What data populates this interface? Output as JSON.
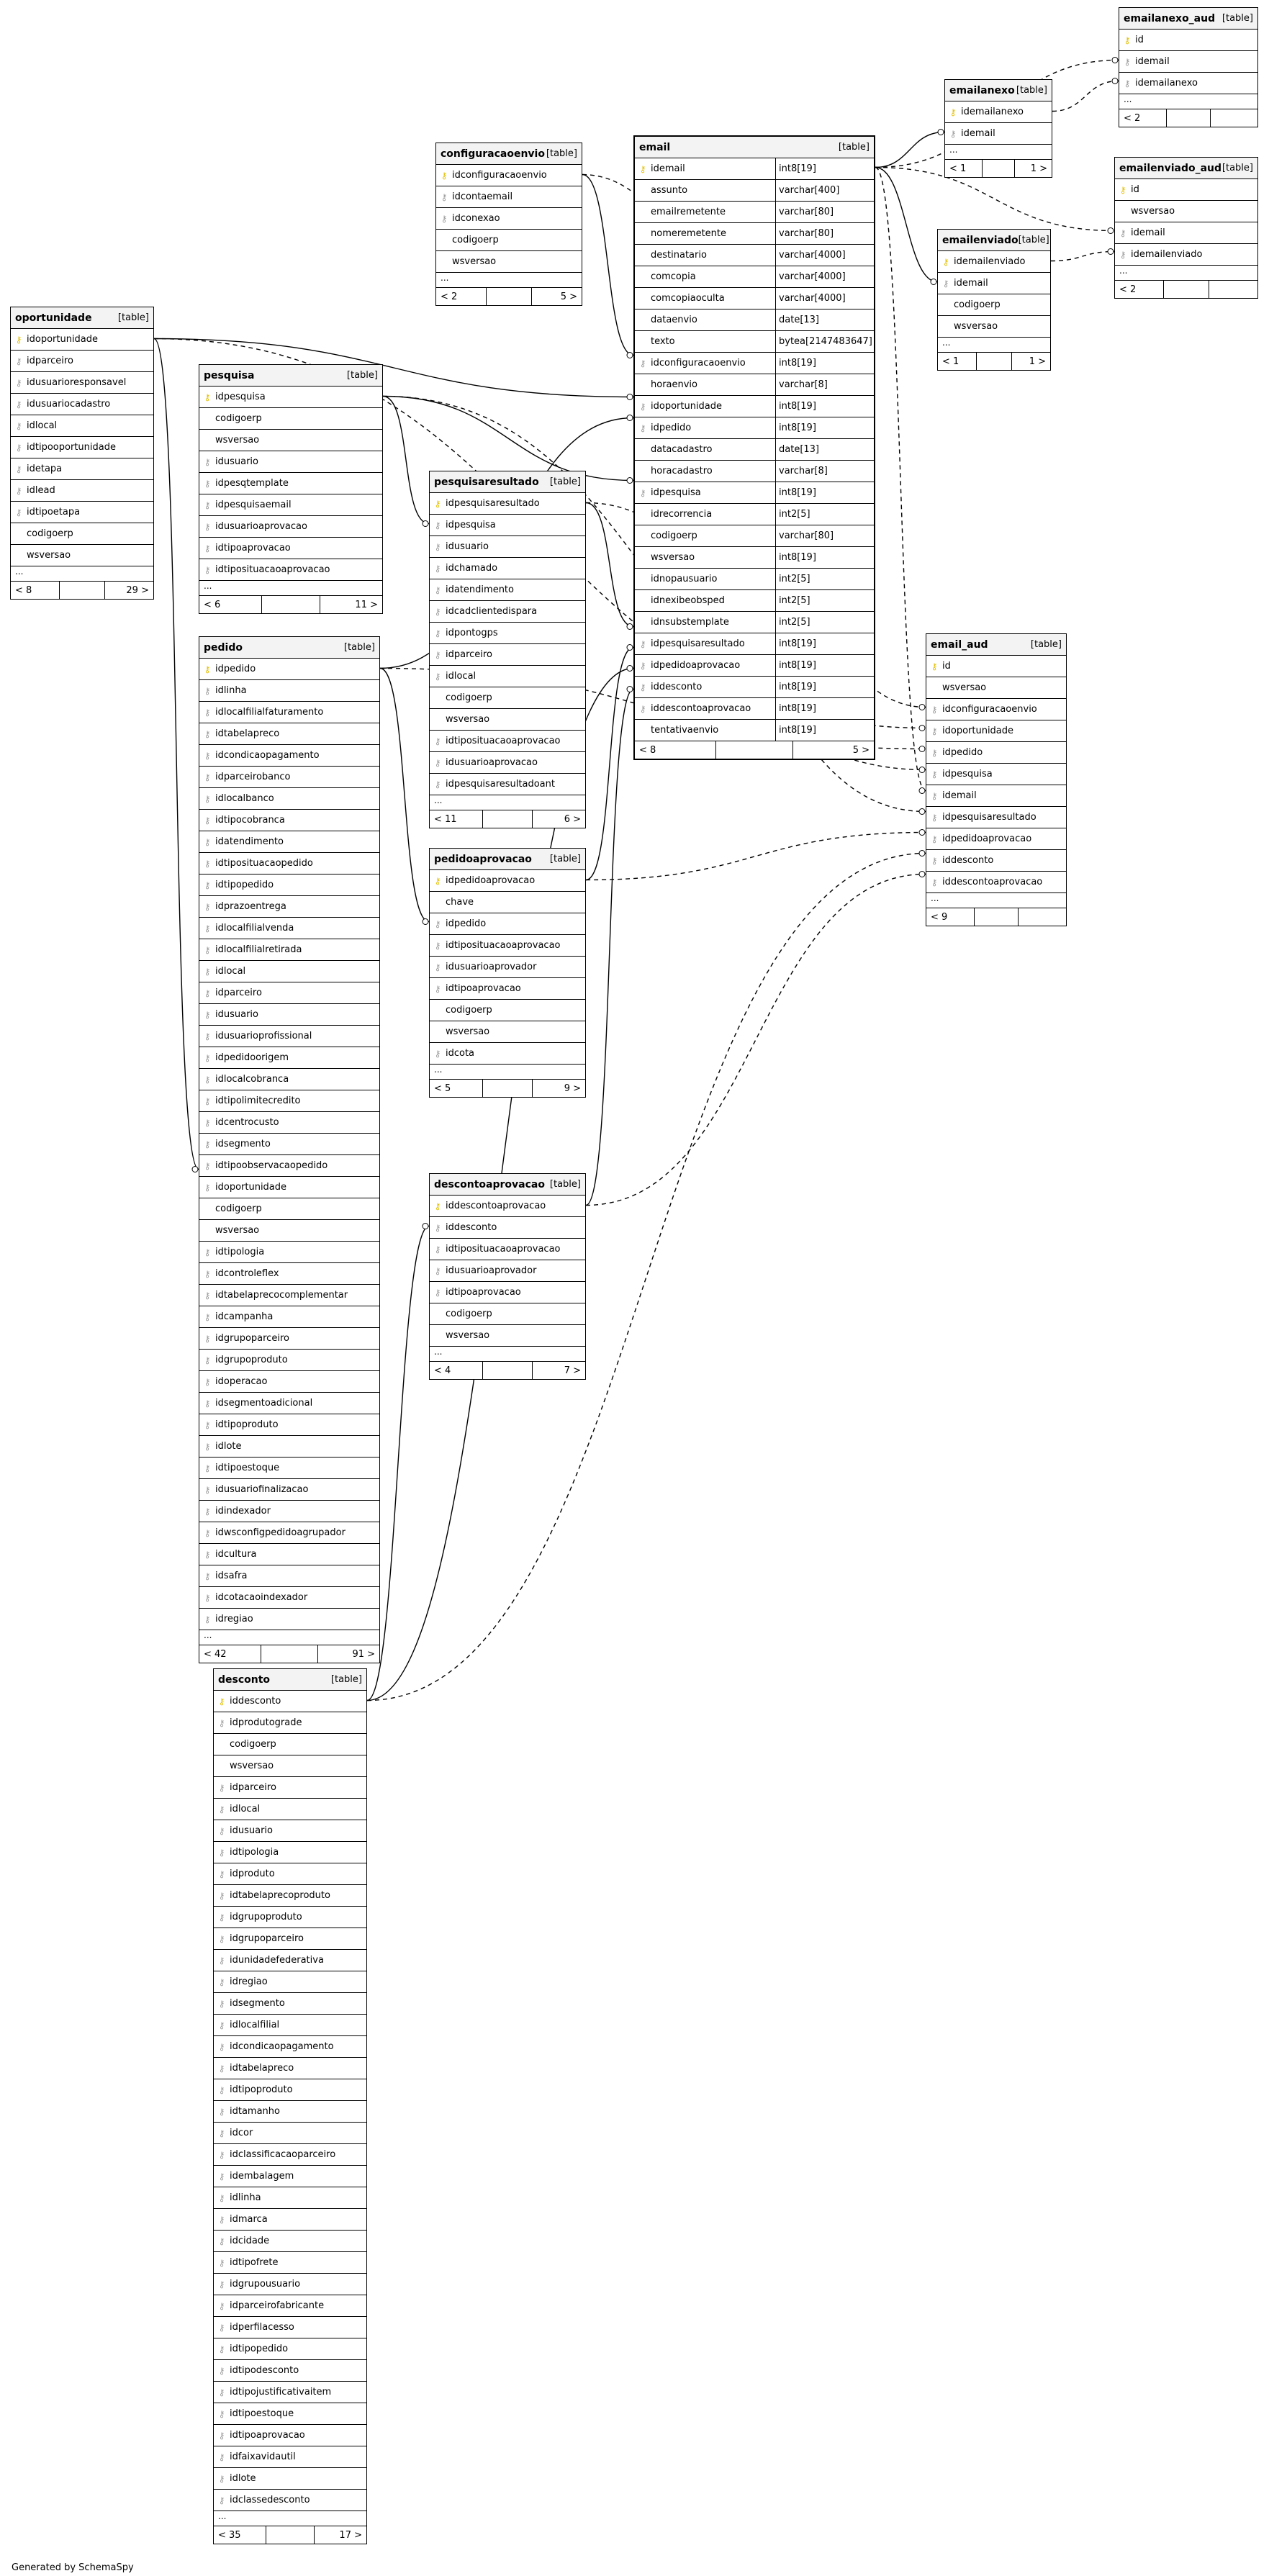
{
  "footer": "Generated by SchemaSpy",
  "table_tag": "[table]",
  "tables": [
    {
      "id": "emailanexo_aud",
      "name": "emailanexo_aud",
      "columns": [
        {
          "k": "pk",
          "n": "id"
        },
        {
          "k": "fk",
          "n": "idemail"
        },
        {
          "k": "fk",
          "n": "idemailanexo"
        }
      ],
      "ellipsis": "...",
      "foot_left": "< 2",
      "foot_right": ""
    },
    {
      "id": "emailanexo",
      "name": "emailanexo",
      "columns": [
        {
          "k": "pk",
          "n": "idemailanexo"
        },
        {
          "k": "fk",
          "n": "idemail"
        }
      ],
      "ellipsis": "...",
      "foot_left": "< 1",
      "foot_right": "1 >"
    },
    {
      "id": "emailenviado_aud",
      "name": "emailenviado_aud",
      "columns": [
        {
          "k": "pk",
          "n": "id"
        },
        {
          "k": "none",
          "n": "wsversao"
        },
        {
          "k": "fk",
          "n": "idemail"
        },
        {
          "k": "fk",
          "n": "idemailenviado"
        }
      ],
      "ellipsis": "...",
      "foot_left": "< 2",
      "foot_right": ""
    },
    {
      "id": "emailenviado",
      "name": "emailenviado",
      "columns": [
        {
          "k": "pk",
          "n": "idemailenviado"
        },
        {
          "k": "fk",
          "n": "idemail"
        },
        {
          "k": "none",
          "n": "codigoerp"
        },
        {
          "k": "none",
          "n": "wsversao"
        }
      ],
      "ellipsis": "...",
      "foot_left": "< 1",
      "foot_right": "1 >"
    },
    {
      "id": "configuracaoenvio",
      "name": "configuracaoenvio",
      "columns": [
        {
          "k": "pk",
          "n": "idconfiguracaoenvio"
        },
        {
          "k": "fk",
          "n": "idcontaemail"
        },
        {
          "k": "fk",
          "n": "idconexao"
        },
        {
          "k": "none",
          "n": "codigoerp"
        },
        {
          "k": "none",
          "n": "wsversao"
        }
      ],
      "ellipsis": "...",
      "foot_left": "< 2",
      "foot_right": "5 >"
    },
    {
      "id": "email",
      "name": "email",
      "columns": [
        {
          "k": "pk",
          "n": "idemail",
          "t": "int8[19]"
        },
        {
          "k": "none",
          "n": "assunto",
          "t": "varchar[400]"
        },
        {
          "k": "none",
          "n": "emailremetente",
          "t": "varchar[80]"
        },
        {
          "k": "none",
          "n": "nomeremetente",
          "t": "varchar[80]"
        },
        {
          "k": "none",
          "n": "destinatario",
          "t": "varchar[4000]"
        },
        {
          "k": "none",
          "n": "comcopia",
          "t": "varchar[4000]"
        },
        {
          "k": "none",
          "n": "comcopiaoculta",
          "t": "varchar[4000]"
        },
        {
          "k": "none",
          "n": "dataenvio",
          "t": "date[13]"
        },
        {
          "k": "none",
          "n": "texto",
          "t": "bytea[2147483647]"
        },
        {
          "k": "fk",
          "n": "idconfiguracaoenvio",
          "t": "int8[19]"
        },
        {
          "k": "none",
          "n": "horaenvio",
          "t": "varchar[8]"
        },
        {
          "k": "fk",
          "n": "idoportunidade",
          "t": "int8[19]"
        },
        {
          "k": "fk",
          "n": "idpedido",
          "t": "int8[19]"
        },
        {
          "k": "none",
          "n": "datacadastro",
          "t": "date[13]"
        },
        {
          "k": "none",
          "n": "horacadastro",
          "t": "varchar[8]"
        },
        {
          "k": "fk",
          "n": "idpesquisa",
          "t": "int8[19]"
        },
        {
          "k": "none",
          "n": "idrecorrencia",
          "t": "int2[5]"
        },
        {
          "k": "none",
          "n": "codigoerp",
          "t": "varchar[80]"
        },
        {
          "k": "none",
          "n": "wsversao",
          "t": "int8[19]"
        },
        {
          "k": "none",
          "n": "idnopausuario",
          "t": "int2[5]"
        },
        {
          "k": "none",
          "n": "idnexibeobsped",
          "t": "int2[5]"
        },
        {
          "k": "none",
          "n": "idnsubstemplate",
          "t": "int2[5]"
        },
        {
          "k": "fk",
          "n": "idpesquisaresultado",
          "t": "int8[19]"
        },
        {
          "k": "fk",
          "n": "idpedidoaprovacao",
          "t": "int8[19]"
        },
        {
          "k": "fk",
          "n": "iddesconto",
          "t": "int8[19]"
        },
        {
          "k": "fk",
          "n": "iddescontoaprovacao",
          "t": "int8[19]"
        },
        {
          "k": "none",
          "n": "tentativaenvio",
          "t": "int8[19]"
        }
      ],
      "ellipsis": "",
      "foot_left": "< 8",
      "foot_right": "5 >"
    },
    {
      "id": "oportunidade",
      "name": "oportunidade",
      "columns": [
        {
          "k": "pk",
          "n": "idoportunidade"
        },
        {
          "k": "fk",
          "n": "idparceiro"
        },
        {
          "k": "fk",
          "n": "idusuarioresponsavel"
        },
        {
          "k": "fk",
          "n": "idusuariocadastro"
        },
        {
          "k": "fk",
          "n": "idlocal"
        },
        {
          "k": "fk",
          "n": "idtipooportunidade"
        },
        {
          "k": "fk",
          "n": "idetapa"
        },
        {
          "k": "fk",
          "n": "idlead"
        },
        {
          "k": "fk",
          "n": "idtipoetapa"
        },
        {
          "k": "none",
          "n": "codigoerp"
        },
        {
          "k": "none",
          "n": "wsversao"
        }
      ],
      "ellipsis": "...",
      "foot_left": "< 8",
      "foot_right": "29 >"
    },
    {
      "id": "pesquisa",
      "name": "pesquisa",
      "columns": [
        {
          "k": "pk",
          "n": "idpesquisa"
        },
        {
          "k": "none",
          "n": "codigoerp"
        },
        {
          "k": "none",
          "n": "wsversao"
        },
        {
          "k": "fk",
          "n": "idusuario"
        },
        {
          "k": "fk",
          "n": "idpesqtemplate"
        },
        {
          "k": "fk",
          "n": "idpesquisaemail"
        },
        {
          "k": "fk",
          "n": "idusuarioaprovacao"
        },
        {
          "k": "fk",
          "n": "idtipoaprovacao"
        },
        {
          "k": "fk",
          "n": "idtiposituacaoaprovacao"
        }
      ],
      "ellipsis": "...",
      "foot_left": "< 6",
      "foot_right": "11 >"
    },
    {
      "id": "pesquisaresultado",
      "name": "pesquisaresultado",
      "columns": [
        {
          "k": "pk",
          "n": "idpesquisaresultado"
        },
        {
          "k": "fk",
          "n": "idpesquisa"
        },
        {
          "k": "fk",
          "n": "idusuario"
        },
        {
          "k": "fk",
          "n": "idchamado"
        },
        {
          "k": "fk",
          "n": "idatendimento"
        },
        {
          "k": "fk",
          "n": "idcadclientedispara"
        },
        {
          "k": "fk",
          "n": "idpontogps"
        },
        {
          "k": "fk",
          "n": "idparceiro"
        },
        {
          "k": "fk",
          "n": "idlocal"
        },
        {
          "k": "none",
          "n": "codigoerp"
        },
        {
          "k": "none",
          "n": "wsversao"
        },
        {
          "k": "fk",
          "n": "idtiposituacaoaprovacao"
        },
        {
          "k": "fk",
          "n": "idusuarioaprovacao"
        },
        {
          "k": "fk",
          "n": "idpesquisaresultadoant"
        }
      ],
      "ellipsis": "...",
      "foot_left": "< 11",
      "foot_right": "6 >"
    },
    {
      "id": "pedidoaprovacao",
      "name": "pedidoaprovacao",
      "columns": [
        {
          "k": "pk",
          "n": "idpedidoaprovacao"
        },
        {
          "k": "none",
          "n": "chave"
        },
        {
          "k": "fk",
          "n": "idpedido"
        },
        {
          "k": "fk",
          "n": "idtiposituacaoaprovacao"
        },
        {
          "k": "fk",
          "n": "idusuarioaprovador"
        },
        {
          "k": "fk",
          "n": "idtipoaprovacao"
        },
        {
          "k": "none",
          "n": "codigoerp"
        },
        {
          "k": "none",
          "n": "wsversao"
        },
        {
          "k": "fk",
          "n": "idcota"
        }
      ],
      "ellipsis": "...",
      "foot_left": "< 5",
      "foot_right": "9 >"
    },
    {
      "id": "descontoaprovacao",
      "name": "descontoaprovacao",
      "columns": [
        {
          "k": "pk",
          "n": "iddescontoaprovacao"
        },
        {
          "k": "fk",
          "n": "iddesconto"
        },
        {
          "k": "fk",
          "n": "idtiposituacaoaprovacao"
        },
        {
          "k": "fk",
          "n": "idusuarioaprovador"
        },
        {
          "k": "fk",
          "n": "idtipoaprovacao"
        },
        {
          "k": "none",
          "n": "codigoerp"
        },
        {
          "k": "none",
          "n": "wsversao"
        }
      ],
      "ellipsis": "...",
      "foot_left": "< 4",
      "foot_right": "7 >"
    },
    {
      "id": "email_aud",
      "name": "email_aud",
      "columns": [
        {
          "k": "pk",
          "n": "id"
        },
        {
          "k": "none",
          "n": "wsversao"
        },
        {
          "k": "fk",
          "n": "idconfiguracaoenvio"
        },
        {
          "k": "fk",
          "n": "idoportunidade"
        },
        {
          "k": "fk",
          "n": "idpedido"
        },
        {
          "k": "fk",
          "n": "idpesquisa"
        },
        {
          "k": "fk",
          "n": "idemail"
        },
        {
          "k": "fk",
          "n": "idpesquisaresultado"
        },
        {
          "k": "fk",
          "n": "idpedidoaprovacao"
        },
        {
          "k": "fk",
          "n": "iddesconto"
        },
        {
          "k": "fk",
          "n": "iddescontoaprovacao"
        }
      ],
      "ellipsis": "...",
      "foot_left": "< 9",
      "foot_right": ""
    },
    {
      "id": "pedido",
      "name": "pedido",
      "columns": [
        {
          "k": "pk",
          "n": "idpedido"
        },
        {
          "k": "fk",
          "n": "idlinha"
        },
        {
          "k": "fk",
          "n": "idlocalfilialfaturamento"
        },
        {
          "k": "fk",
          "n": "idtabelapreco"
        },
        {
          "k": "fk",
          "n": "idcondicaopagamento"
        },
        {
          "k": "fk",
          "n": "idparceirobanco"
        },
        {
          "k": "fk",
          "n": "idlocalbanco"
        },
        {
          "k": "fk",
          "n": "idtipocobranca"
        },
        {
          "k": "fk",
          "n": "idatendimento"
        },
        {
          "k": "fk",
          "n": "idtiposituacaopedido"
        },
        {
          "k": "fk",
          "n": "idtipopedido"
        },
        {
          "k": "fk",
          "n": "idprazoentrega"
        },
        {
          "k": "fk",
          "n": "idlocalfilialvenda"
        },
        {
          "k": "fk",
          "n": "idlocalfilialretirada"
        },
        {
          "k": "fk",
          "n": "idlocal"
        },
        {
          "k": "fk",
          "n": "idparceiro"
        },
        {
          "k": "fk",
          "n": "idusuario"
        },
        {
          "k": "fk",
          "n": "idusuarioprofissional"
        },
        {
          "k": "fk",
          "n": "idpedidoorigem"
        },
        {
          "k": "fk",
          "n": "idlocalcobranca"
        },
        {
          "k": "fk",
          "n": "idtipolimitecredito"
        },
        {
          "k": "fk",
          "n": "idcentrocusto"
        },
        {
          "k": "fk",
          "n": "idsegmento"
        },
        {
          "k": "fk",
          "n": "idtipoobservacaopedido"
        },
        {
          "k": "fk",
          "n": "idoportunidade"
        },
        {
          "k": "none",
          "n": "codigoerp"
        },
        {
          "k": "none",
          "n": "wsversao"
        },
        {
          "k": "fk",
          "n": "idtipologia"
        },
        {
          "k": "fk",
          "n": "idcontroleflex"
        },
        {
          "k": "fk",
          "n": "idtabelaprecocomplementar"
        },
        {
          "k": "fk",
          "n": "idcampanha"
        },
        {
          "k": "fk",
          "n": "idgrupoparceiro"
        },
        {
          "k": "fk",
          "n": "idgrupoproduto"
        },
        {
          "k": "fk",
          "n": "idoperacao"
        },
        {
          "k": "fk",
          "n": "idsegmentoadicional"
        },
        {
          "k": "fk",
          "n": "idtipoproduto"
        },
        {
          "k": "fk",
          "n": "idlote"
        },
        {
          "k": "fk",
          "n": "idtipoestoque"
        },
        {
          "k": "fk",
          "n": "idusuariofinalizacao"
        },
        {
          "k": "fk",
          "n": "idindexador"
        },
        {
          "k": "fk",
          "n": "idwsconfigpedidoagrupador"
        },
        {
          "k": "fk",
          "n": "idcultura"
        },
        {
          "k": "fk",
          "n": "idsafra"
        },
        {
          "k": "fk",
          "n": "idcotacaoindexador"
        },
        {
          "k": "fk",
          "n": "idregiao"
        }
      ],
      "ellipsis": "...",
      "foot_left": "< 42",
      "foot_right": "91 >"
    },
    {
      "id": "desconto",
      "name": "desconto",
      "columns": [
        {
          "k": "pk",
          "n": "iddesconto"
        },
        {
          "k": "fk",
          "n": "idprodutograde"
        },
        {
          "k": "none",
          "n": "codigoerp"
        },
        {
          "k": "none",
          "n": "wsversao"
        },
        {
          "k": "fk",
          "n": "idparceiro"
        },
        {
          "k": "fk",
          "n": "idlocal"
        },
        {
          "k": "fk",
          "n": "idusuario"
        },
        {
          "k": "fk",
          "n": "idtipologia"
        },
        {
          "k": "fk",
          "n": "idproduto"
        },
        {
          "k": "fk",
          "n": "idtabelaprecoproduto"
        },
        {
          "k": "fk",
          "n": "idgrupoproduto"
        },
        {
          "k": "fk",
          "n": "idgrupoparceiro"
        },
        {
          "k": "fk",
          "n": "idunidadefederativa"
        },
        {
          "k": "fk",
          "n": "idregiao"
        },
        {
          "k": "fk",
          "n": "idsegmento"
        },
        {
          "k": "fk",
          "n": "idlocalfilial"
        },
        {
          "k": "fk",
          "n": "idcondicaopagamento"
        },
        {
          "k": "fk",
          "n": "idtabelapreco"
        },
        {
          "k": "fk",
          "n": "idtipoproduto"
        },
        {
          "k": "fk",
          "n": "idtamanho"
        },
        {
          "k": "fk",
          "n": "idcor"
        },
        {
          "k": "fk",
          "n": "idclassificacaoparceiro"
        },
        {
          "k": "fk",
          "n": "idembalagem"
        },
        {
          "k": "fk",
          "n": "idlinha"
        },
        {
          "k": "fk",
          "n": "idmarca"
        },
        {
          "k": "fk",
          "n": "idcidade"
        },
        {
          "k": "fk",
          "n": "idtipofrete"
        },
        {
          "k": "fk",
          "n": "idgrupousuario"
        },
        {
          "k": "fk",
          "n": "idparceirofabricante"
        },
        {
          "k": "fk",
          "n": "idperfilacesso"
        },
        {
          "k": "fk",
          "n": "idtipopedido"
        },
        {
          "k": "fk",
          "n": "idtipodesconto"
        },
        {
          "k": "fk",
          "n": "idtipojustificativaitem"
        },
        {
          "k": "fk",
          "n": "idtipoestoque"
        },
        {
          "k": "fk",
          "n": "idtipoaprovacao"
        },
        {
          "k": "fk",
          "n": "idfaixavidautil"
        },
        {
          "k": "fk",
          "n": "idlote"
        },
        {
          "k": "fk",
          "n": "idclassedesconto"
        }
      ],
      "ellipsis": "...",
      "foot_left": "< 35",
      "foot_right": "17 >"
    }
  ]
}
